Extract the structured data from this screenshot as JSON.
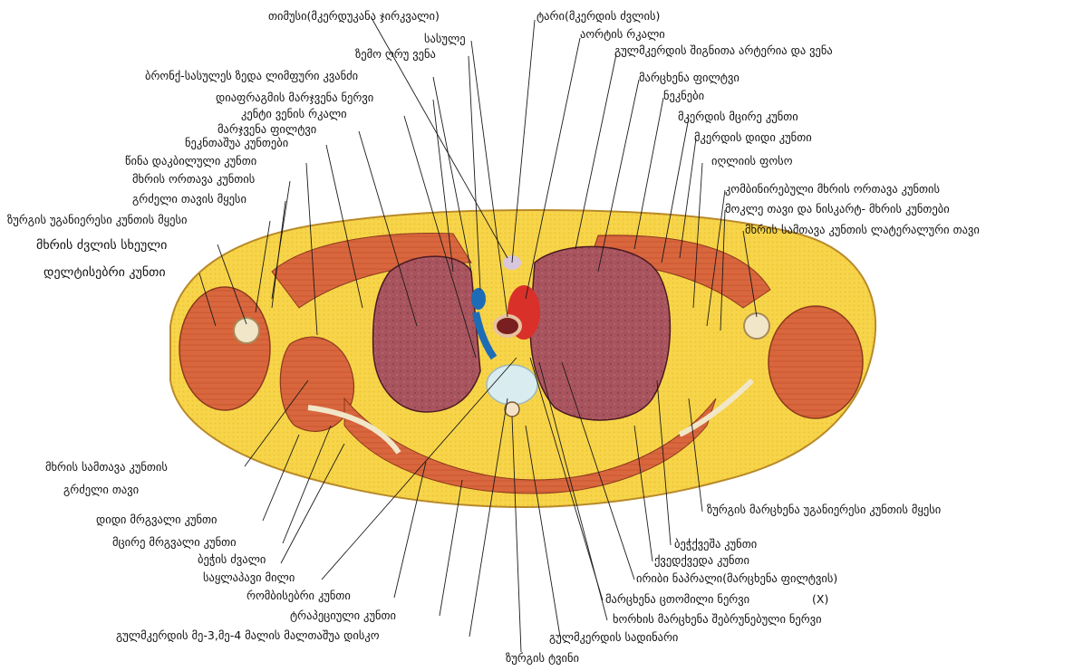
{
  "labels": {
    "thymus": "თიმუსი(მკერდუკანა ჯირკვალი)",
    "sternum": "ტარი(მკერდის ძვლის)",
    "esophagus": "საყლაპავი მილი",
    "aortic_arch": "აორტის რკალი",
    "trachea": "სასულე",
    "sup_vena_cava": "ზემო ღრუ ვენა",
    "internal_thoracic": "გულმკერდის შიგნითა არტერია და ვენა",
    "bronchotracheal_node": "ბრონქ-სასულეს ზედა ლიმფური კვანძი",
    "left_lung": "მარცხენა ფილტვი",
    "right_phrenic": "დიაფრაგმის მარჯვენა ნერვი",
    "ribs": "ნეკნები",
    "azygos_arch": "კენტი ვენის რკალი",
    "pec_minor": "მკერდის მცირე კუნთი",
    "right_lung": "მარჯვენა ფილტვი",
    "pec_major": "მკერდის დიდი კუნთი",
    "intercostal": "ნეკნთაშუა კუნთები",
    "axillary_fossa": "იღლიის ფოსო",
    "serratus_ant": "წინა დაკბილული კუნთი",
    "coracobrachialis_biceps_short": "კომბინირებული მხრის ორთავა კუნთის",
    "biceps": "მხრის ორთავა კუნთის",
    "short_head_coracoid": "მოკლე თავი და ნისკარტ- მხრის კუნთები",
    "long_head_biceps": "გრძელი თავის მყესი",
    "triceps_lat": "მხრის სამთავა კუნთის ლატერალური თავი",
    "latissimus_tendon_r": "ზურგის უგანიერესი კუნთის მყესი",
    "humerus": "მხრის ძვლის სხეული",
    "deltoid": "დელტისებრი კუნთი",
    "triceps_long": "მხრის სამთავა კუნთის",
    "triceps_long2": "გრძელი თავი",
    "teres_major": "დიდი მრგვალი კუნთი",
    "latissimus_l": "ზურგის მარცხენა უგანიერესი კუნთის მყესი",
    "teres_minor": "მცირე მრგვალი კუნთი",
    "subscapularis": "ბეჭქვეშა კუნთი",
    "scapula": "ბეჭის ძვალი",
    "infraspinatus": "ქვედქვედა კუნთი",
    "esophagus2": "საყლაპავი მილი",
    "pleura": "ირიბი ნაპრალი(მარცხენა ფილტვის)",
    "rhomboid": "რომბისებრი კუნთი",
    "left_vagus": "მარცხენა ცთომილი ნერვი",
    "vagus_x": "(X)",
    "trapezius": "ტრაპეციული კუნთი",
    "left_recurrent": "ხორხის მარცხენა შებრუნებული ნერვი",
    "intervertebral": "გულმკერდის მე-3,მე-4 მალის მალთაშუა დისკო",
    "thoracic_duct": "გულმკერდის სადინარი",
    "spinal_cord": "ზურგის ტვინი"
  }
}
